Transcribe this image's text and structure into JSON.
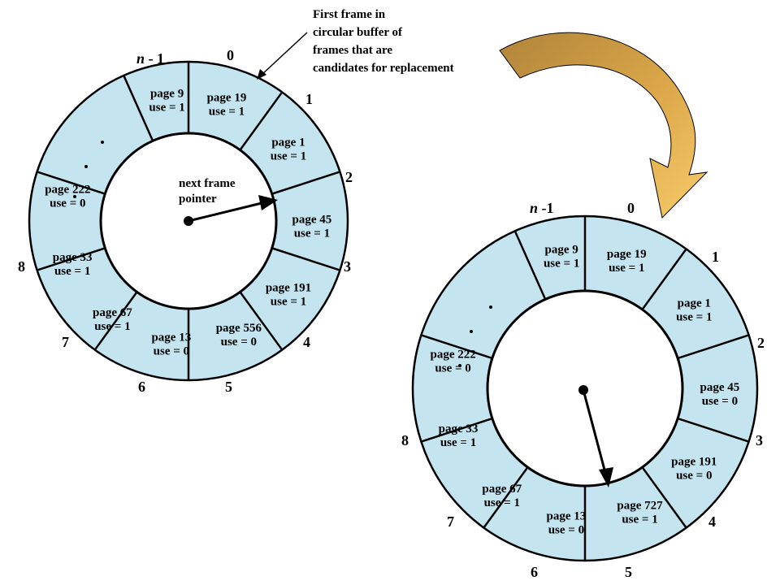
{
  "annotation": {
    "lines": [
      "First frame in",
      "circular buffer of",
      "frames that are",
      "candidates for replacement"
    ]
  },
  "next_pointer_label": [
    "next frame",
    "pointer"
  ],
  "index_labels": {
    "n_minus_1_a": "n - 1",
    "n_minus_1_b": "n -1",
    "i0": "0",
    "i1": "1",
    "i2": "2",
    "i3": "3",
    "i4": "4",
    "i5": "5",
    "i6": "6",
    "i7": "7",
    "i8": "8"
  },
  "buffer_before": {
    "frames": [
      {
        "page": "page 19",
        "use": "use = 1"
      },
      {
        "page": "page 1",
        "use": "use = 1"
      },
      {
        "page": "page 45",
        "use": "use = 1"
      },
      {
        "page": "page 191",
        "use": "use = 1"
      },
      {
        "page": "page 556",
        "use": "use = 0"
      },
      {
        "page": "page 13",
        "use": "use = 0"
      },
      {
        "page": "page 67",
        "use": "use = 1"
      },
      {
        "page": "page 33",
        "use": "use = 1"
      },
      {
        "page": "page 222",
        "use": "use = 0"
      },
      {
        "page": "page 9",
        "use": "use = 1"
      }
    ]
  },
  "buffer_after": {
    "frames": [
      {
        "page": "page 19",
        "use": "use = 1"
      },
      {
        "page": "page 1",
        "use": "use = 1"
      },
      {
        "page": "page 45",
        "use": "use = 0"
      },
      {
        "page": "page 191",
        "use": "use = 0"
      },
      {
        "page": "page 727",
        "use": "use = 1"
      },
      {
        "page": "page 13",
        "use": "use = 0"
      },
      {
        "page": "page 67",
        "use": "use = 1"
      },
      {
        "page": "page 33",
        "use": "use = 1"
      },
      {
        "page": "page 222",
        "use": "use = 0"
      },
      {
        "page": "page 9",
        "use": "use = 1"
      }
    ]
  },
  "colors": {
    "segment_fill": "#c4e4f0",
    "arrow_fill": "#c8963c",
    "arrow_highlight": "#f5c860"
  }
}
